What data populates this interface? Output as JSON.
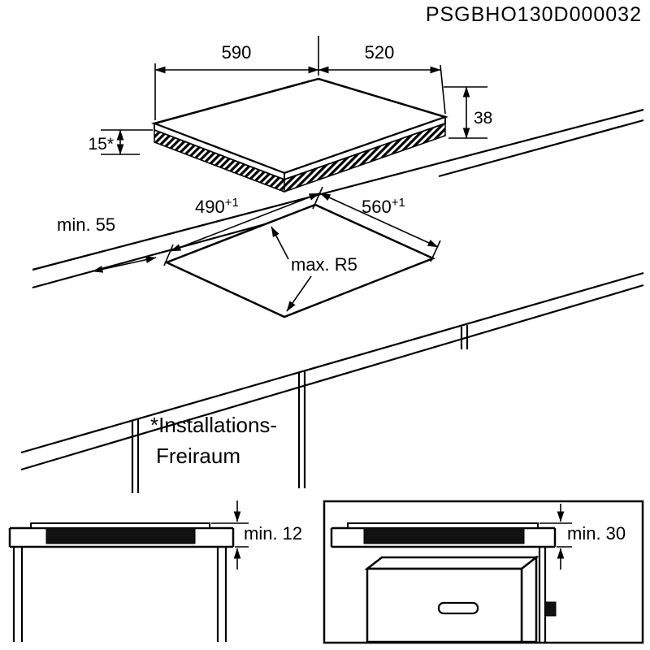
{
  "document": {
    "code": "PSGBHO130D000032"
  },
  "colors": {
    "line": "#000000",
    "background": "#ffffff",
    "hatch_fill": "#111111"
  },
  "dimensions": {
    "hob_width": "590",
    "hob_depth": "520",
    "hob_height": "38",
    "hob_clearance": "15*",
    "cutout_width": "490",
    "cutout_width_tolerance": "+1",
    "cutout_depth": "560",
    "cutout_depth_tolerance": "+1",
    "corner_radius": "max. R5",
    "min_edge_distance": "min. 55",
    "min_gap_below_worktop": "min. 12",
    "min_gap_above_oven": "min. 30"
  },
  "notes": {
    "clearance_note_line1": "*Installations-",
    "clearance_note_line2": "Freiraum"
  }
}
